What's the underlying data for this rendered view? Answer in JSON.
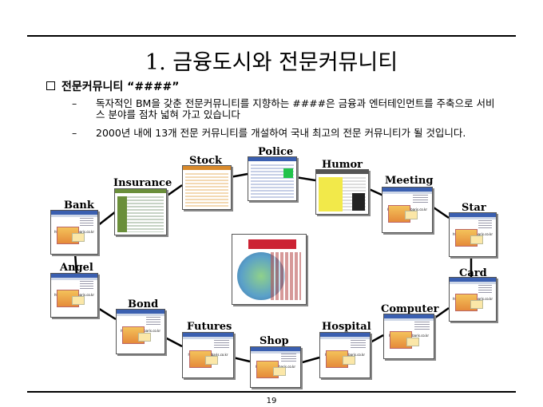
{
  "slide": {
    "title": "1. 금융도시와 전문커뮤니티",
    "bullet": "전문커뮤니티 “####”",
    "subbullets": [
      {
        "dash": "–",
        "text": "독자적인 BM을 갖춘 전문커뮤니티를 지향하는 ####은 금융과 엔터테인먼트를 주축으로 서비스 분야를 점차 넓혀 가고 있습니다"
      },
      {
        "dash": "–",
        "text": "2000년 내에 13개 전문 커뮤니티를 개설하여 국내 최고의 전문 커뮤니티가 될 것입니다."
      }
    ],
    "page_number": "19"
  },
  "communities": {
    "bank": "Bank",
    "insurance": "Insurance",
    "stock": "Stock",
    "police": "Police",
    "humor": "Humor",
    "meeting": "Meeting",
    "star": "Star",
    "angel": "Angel",
    "card": "Card",
    "bond": "Bond",
    "computer": "Computer",
    "futures": "Futures",
    "hospital": "Hospital",
    "shop": "Shop"
  },
  "thumb_url": "http://angel.sabaris.co.kr",
  "colors": {
    "accent": "#3a5fb0",
    "line": "#000000"
  }
}
